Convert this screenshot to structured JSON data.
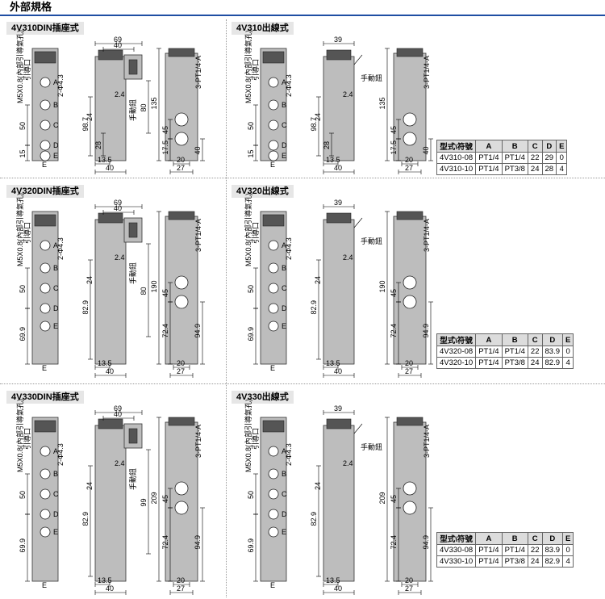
{
  "page": {
    "title": "外部規格"
  },
  "sections": [
    {
      "id": "4v310-din",
      "label": "4V310DIN插座式",
      "front": {
        "thread": "M5X0.8(內部引導氣孔)",
        "exhaust": "引導口",
        "ports": [
          "A",
          "B",
          "C",
          "D",
          "E"
        ],
        "dims": {
          "d1": "50",
          "d2": "15",
          "d3": "2-Φ4.3"
        }
      },
      "side": {
        "dims": {
          "w1": "69",
          "w2": "40",
          "w3": "2.4",
          "h1": "98.7",
          "h2": "24",
          "h3": "28",
          "h4": "80",
          "b1": "13.5",
          "b2": "40",
          "manual": "手動鈕"
        }
      },
      "end": {
        "dims": {
          "h1": "135",
          "h2": "45",
          "h3": "17.5",
          "h4": "40",
          "b1": "20",
          "b2": "27",
          "port": "3-PT1/4",
          "pa": "A",
          "pb": "B"
        }
      }
    },
    {
      "id": "4v310-lead",
      "label": "4V310出線式",
      "front": {
        "thread": "M5X0.8(內部引導氣孔)",
        "exhaust": "引導口",
        "ports": [
          "A",
          "B",
          "C",
          "D",
          "E"
        ],
        "dims": {
          "d1": "50",
          "d2": "15",
          "d3": "2-Φ4.3"
        }
      },
      "side": {
        "dims": {
          "w1": "39",
          "w2": "",
          "w3": "2.4",
          "h1": "98.7",
          "h2": "24",
          "h3": "28",
          "h4": "",
          "b1": "13.5",
          "b2": "40",
          "manual": "手動鈕"
        }
      },
      "end": {
        "dims": {
          "h1": "135",
          "h2": "45",
          "h3": "17.5",
          "h4": "40",
          "b1": "20",
          "b2": "27",
          "port": "3-PT1/4",
          "pa": "A",
          "pb": "B"
        }
      },
      "table": {
        "headers": [
          "型式\\符號",
          "A",
          "B",
          "C",
          "D",
          "E"
        ],
        "rows": [
          [
            "4V310-08",
            "PT1/4",
            "PT1/4",
            "22",
            "29",
            "0"
          ],
          [
            "4V310-10",
            "PT1/4",
            "PT3/8",
            "24",
            "28",
            "4"
          ]
        ]
      }
    },
    {
      "id": "4v320-din",
      "label": "4V320DIN插座式",
      "front": {
        "thread": "M5X0.8(內部引導氣孔)",
        "exhaust": "引導口",
        "ports": [
          "A",
          "B",
          "C",
          "D",
          "E"
        ],
        "dims": {
          "d1": "50",
          "d2": "69.9",
          "d3": "2-Φ4.3"
        }
      },
      "side": {
        "dims": {
          "w1": "69",
          "w2": "40",
          "w3": "2.4",
          "h1": "82.9",
          "h2": "24",
          "h3": "",
          "h4": "80",
          "b1": "13.5",
          "b2": "40",
          "manual": "手動鈕"
        }
      },
      "end": {
        "dims": {
          "h1": "190",
          "h2": "45",
          "h3": "72.4",
          "h4": "94.9",
          "b1": "20",
          "b2": "27",
          "port": "3-PT1/4",
          "pa": "A",
          "pb": "B"
        }
      }
    },
    {
      "id": "4v320-lead",
      "label": "4V320出線式",
      "front": {
        "thread": "M5X0.8(內部引導氣孔)",
        "exhaust": "引導口",
        "ports": [
          "A",
          "B",
          "C",
          "D",
          "E"
        ],
        "dims": {
          "d1": "50",
          "d2": "69.9",
          "d3": "2-Φ4.3"
        }
      },
      "side": {
        "dims": {
          "w1": "39",
          "w2": "",
          "w3": "2.4",
          "h1": "82.9",
          "h2": "24",
          "h3": "",
          "h4": "",
          "b1": "13.5",
          "b2": "40",
          "manual": "手動鈕"
        }
      },
      "end": {
        "dims": {
          "h1": "190",
          "h2": "45",
          "h3": "72.4",
          "h4": "94.9",
          "b1": "20",
          "b2": "27",
          "port": "3-PT1/4",
          "pa": "A",
          "pb": "B"
        }
      },
      "table": {
        "headers": [
          "型式\\符號",
          "A",
          "B",
          "C",
          "D",
          "E"
        ],
        "rows": [
          [
            "4V320-08",
            "PT1/4",
            "PT1/4",
            "22",
            "83.9",
            "0"
          ],
          [
            "4V320-10",
            "PT1/4",
            "PT3/8",
            "24",
            "82.9",
            "4"
          ]
        ]
      }
    },
    {
      "id": "4v330-din",
      "label": "4V330DIN插座式",
      "front": {
        "thread": "M5X0.8(內部引導氣孔)",
        "exhaust": "引導口",
        "ports": [
          "A",
          "B",
          "C",
          "D",
          "E"
        ],
        "dims": {
          "d1": "50",
          "d2": "69.9",
          "d3": "2-Φ4.3"
        }
      },
      "side": {
        "dims": {
          "w1": "69",
          "w2": "40",
          "w3": "2.4",
          "h1": "82.9",
          "h2": "24",
          "h3": "",
          "h4": "99",
          "b1": "13.5",
          "b2": "40",
          "manual": "手動鈕"
        }
      },
      "end": {
        "dims": {
          "h1": "209",
          "h2": "45",
          "h3": "72.4",
          "h4": "94.9",
          "b1": "20",
          "b2": "27",
          "port": "3-PT1/4",
          "pa": "A",
          "pb": "B"
        }
      }
    },
    {
      "id": "4v330-lead",
      "label": "4V330出線式",
      "front": {
        "thread": "M5X0.8(內部引導氣孔)",
        "exhaust": "引導口",
        "ports": [
          "A",
          "B",
          "C",
          "D",
          "E"
        ],
        "dims": {
          "d1": "50",
          "d2": "69.9",
          "d3": "2-Φ4.3"
        }
      },
      "side": {
        "dims": {
          "w1": "39",
          "w2": "",
          "w3": "2.4",
          "h1": "82.9",
          "h2": "24",
          "h3": "",
          "h4": "",
          "b1": "13.5",
          "b2": "40",
          "manual": "手動鈕"
        }
      },
      "end": {
        "dims": {
          "h1": "209",
          "h2": "45",
          "h3": "72.4",
          "h4": "94.9",
          "b1": "20",
          "b2": "27",
          "port": "3-PT1/4",
          "pa": "A",
          "pb": "B"
        }
      },
      "table": {
        "headers": [
          "型式\\符號",
          "A",
          "B",
          "C",
          "D",
          "E"
        ],
        "rows": [
          [
            "4V330-08",
            "PT1/4",
            "PT1/4",
            "22",
            "83.9",
            "0"
          ],
          [
            "4V330-10",
            "PT1/4",
            "PT3/8",
            "24",
            "82.9",
            "4"
          ]
        ]
      }
    }
  ]
}
